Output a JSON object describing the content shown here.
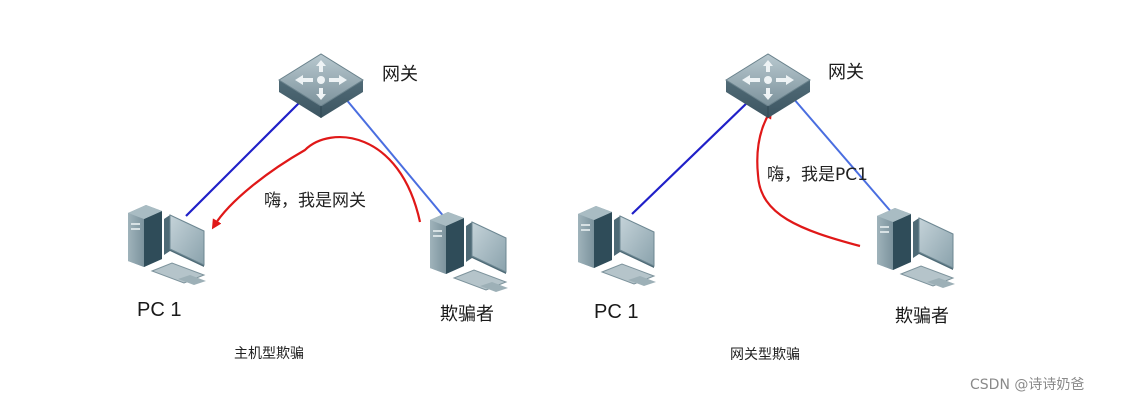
{
  "diagrams": [
    {
      "name": "host-spoofing",
      "caption": "主机型欺骗",
      "gateway_label": "网关",
      "pc_label": "PC 1",
      "attacker_label": "欺骗者",
      "speech": "嗨，我是网关",
      "spoof_direction": "attacker-to-pc"
    },
    {
      "name": "gateway-spoofing",
      "caption": "网关型欺骗",
      "gateway_label": "网关",
      "pc_label": "PC 1",
      "attacker_label": "欺骗者",
      "speech": "嗨，我是PC1",
      "spoof_direction": "attacker-to-gateway"
    }
  ],
  "watermark": "CSDN @诗诗奶爸",
  "colors": {
    "link_dark": "#2020c8",
    "link_light": "#4a6ee0",
    "spoof_arrow": "#e01818",
    "device_body": "#6f8e9b",
    "device_dark": "#2c4a57"
  },
  "icons": {
    "gateway": "router-icon",
    "pc": "desktop-computer-icon",
    "attacker": "desktop-computer-icon"
  }
}
